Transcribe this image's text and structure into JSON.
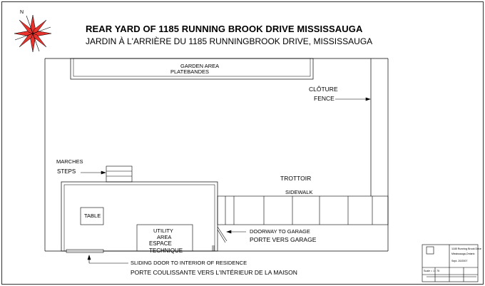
{
  "title": {
    "en": "REAR YARD OF 1185 RUNNING BROOK DRIVE MISSISSAUGA",
    "fr": "JARDIN À L'ARRIÈRE DU 1185 RUNNINGBROOK DRIVE, MISSISSAUGA"
  },
  "compass": {
    "north_label": "N",
    "icon": "compass-rose-icon",
    "color": "#e8322c"
  },
  "labels": {
    "garden_en": "GARDEN AREA",
    "garden_fr": "PLATEBANDES",
    "fence_fr": "CLÔTURE",
    "fence_en": "FENCE",
    "steps_fr": "MARCHES",
    "steps_en": "STEPS",
    "sidewalk_fr": "TROTTOIR",
    "sidewalk_en": "SIDEWALK",
    "table": "TABLE",
    "utility_en_1": "UTILITY",
    "utility_en_2": "AREA",
    "utility_fr_1": "ESPACE",
    "utility_fr_2": "TECHNIQUE",
    "doorway_en": "DOORWAY TO GARAGE",
    "doorway_fr": "PORTE VERS GARAGE",
    "sliding_en": "SLIDING DOOR TO INTERIOR OF RESIDENCE",
    "sliding_fr": "PORTE COULISSANTE VERS L'INTÉRIEUR DE LA MAISON"
  },
  "title_block": {
    "logo": "logo-icon",
    "project_line1": "1185 Running Brook Drive",
    "project_line2": "Mississauga,Ontario",
    "drawing_no": "Sept. 20/2007",
    "scale": "Scale = 1 : 75"
  }
}
